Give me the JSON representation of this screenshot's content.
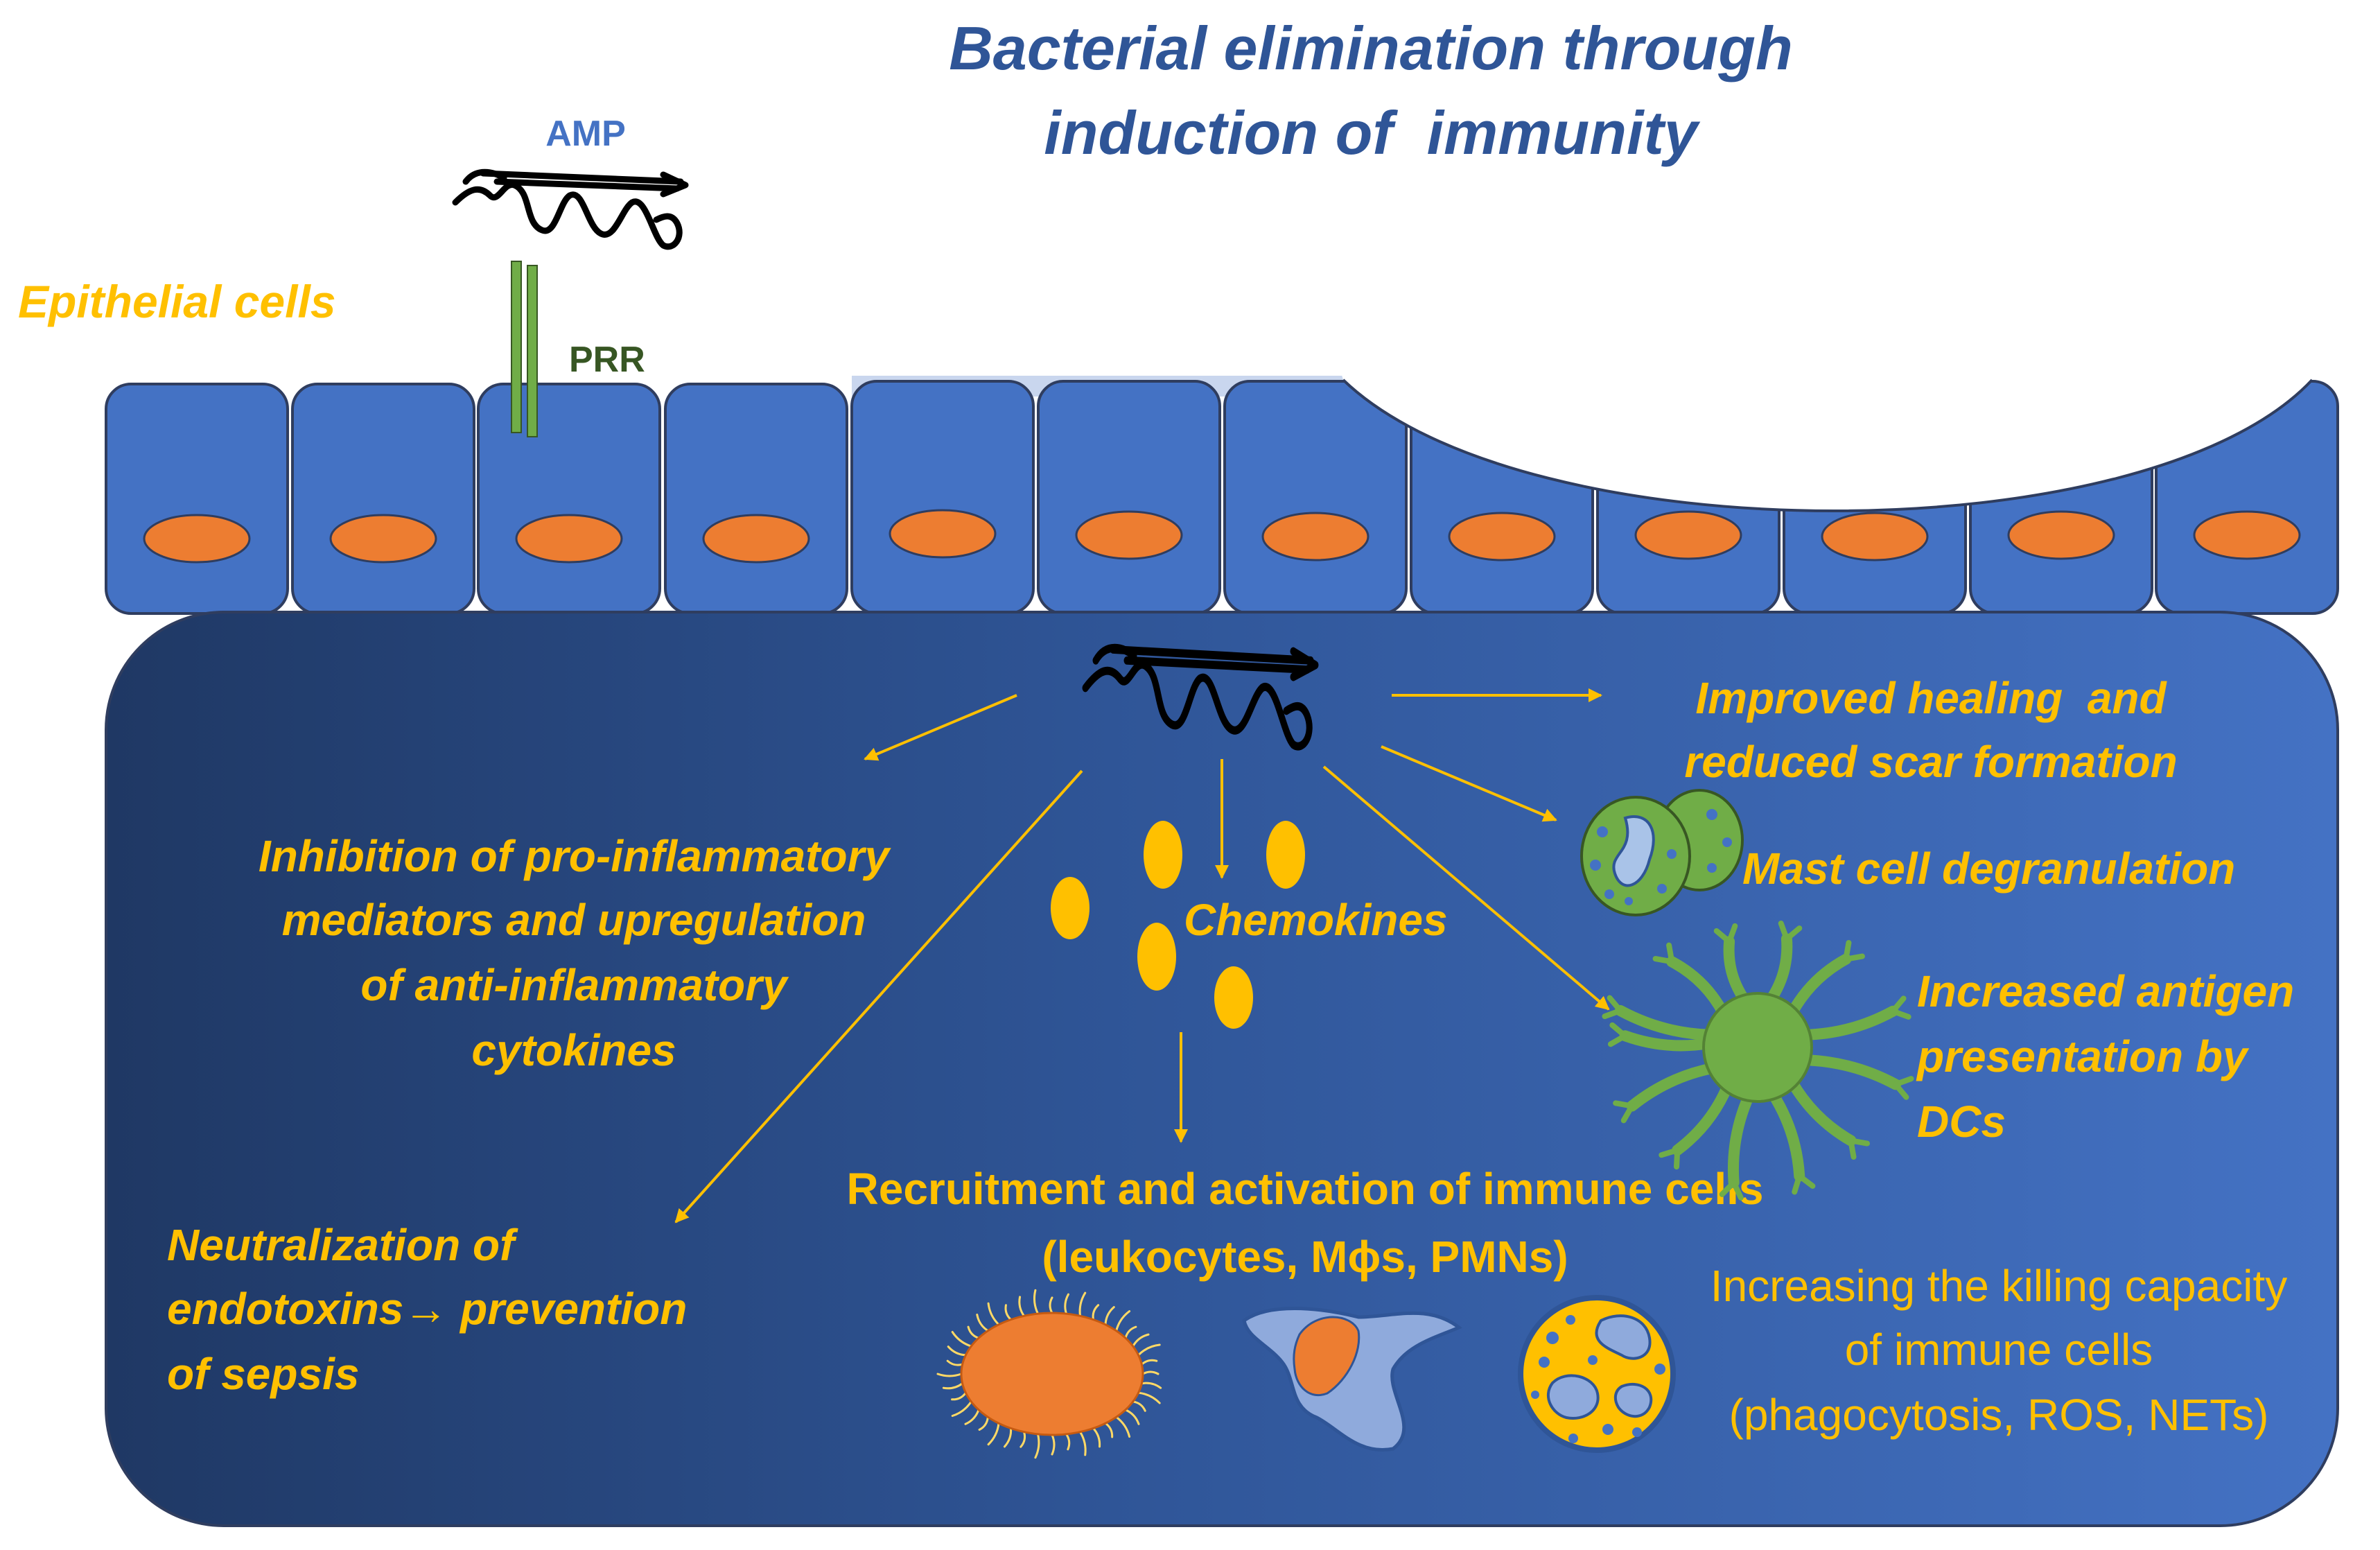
{
  "title": {
    "line1": "Bacterial elimination through",
    "line2": "induction of  immunity"
  },
  "labels": {
    "amp": "AMP",
    "prr": "PRR",
    "epithelial_cells": "Epithelial cells"
  },
  "effects": {
    "healing": [
      "Improved healing  and",
      "reduced scar formation"
    ],
    "mast_cell": "Mast cell degranulation",
    "anti_inflammatory": [
      "Inhibition of pro-inflammatory",
      "mediators and upregulation",
      "of anti-inflammatory",
      "cytokines"
    ],
    "chemokines": "Chemokines",
    "antigen_presentation": [
      "Increased antigen",
      "presentation by",
      "DCs"
    ],
    "recruitment": [
      "Recruitment and activation of immune cells",
      "(leukocytes, Mϕs, PMNs)"
    ],
    "neutralization": [
      "Neutralization of",
      "endotoxins→ prevention",
      "of sepsis"
    ],
    "killing_capacity": [
      "Increasing the killing capacity",
      "of immune cells",
      "(phagocytosis, ROS, NETs)"
    ]
  },
  "colors": {
    "title": "#2F5597",
    "amp_label": "#4472C4",
    "prr_label": "#375623",
    "highlight_text": "#FFC000",
    "epithelium": "#4472C4",
    "nucleus": "#ED7D31",
    "receptor": "#70AD47",
    "tissue_dark": "#1F3864",
    "tissue_light": "#4472C4"
  }
}
